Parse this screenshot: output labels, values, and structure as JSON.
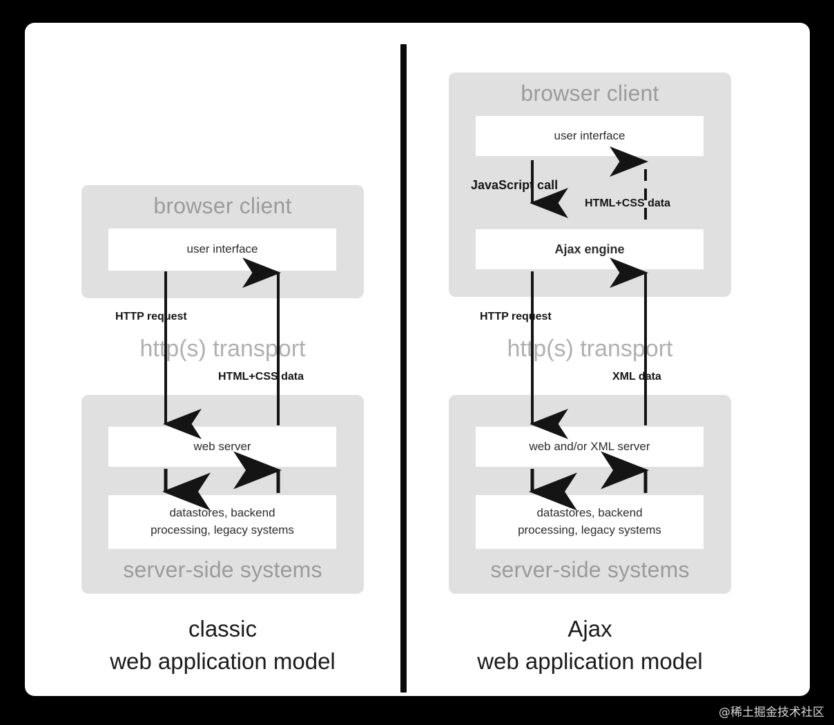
{
  "watermark": "@稀土掘金技术社区",
  "divider": {
    "name": "vertical-divider"
  },
  "colors": {
    "panel_gray": "#e0e0e0",
    "panel_title_gray": "#9b9b9b",
    "transport_gray": "#b0b0b0",
    "box_white": "#ffffff",
    "arrow_black": "#141414",
    "card_white": "#ffffff",
    "page_black": "#000000"
  },
  "classic": {
    "browser_panel_title": "browser client",
    "user_interface": "user interface",
    "transport_label": "http(s) transport",
    "request_label": "HTTP request",
    "response_label": "HTML+CSS data",
    "server_panel_title": "server-side systems",
    "web_server": "web server",
    "datastores": "datastores, backend\nprocessing, legacy systems",
    "datastores_line1": "datastores, backend",
    "datastores_line2": "processing, legacy systems",
    "caption_line1": "classic",
    "caption_line2": "web application model"
  },
  "ajax": {
    "browser_panel_title": "browser client",
    "user_interface": "user interface",
    "js_call_label": "JavaScript call",
    "html_css_label": "HTML+CSS data",
    "ajax_engine": "Ajax engine",
    "transport_label": "http(s) transport",
    "request_label": "HTTP request",
    "response_label": "XML data",
    "server_panel_title": "server-side systems",
    "web_server": "web and/or XML server",
    "datastores_line1": "datastores, backend",
    "datastores_line2": "processing, legacy systems",
    "caption_line1": "Ajax",
    "caption_line2": "web application model"
  }
}
